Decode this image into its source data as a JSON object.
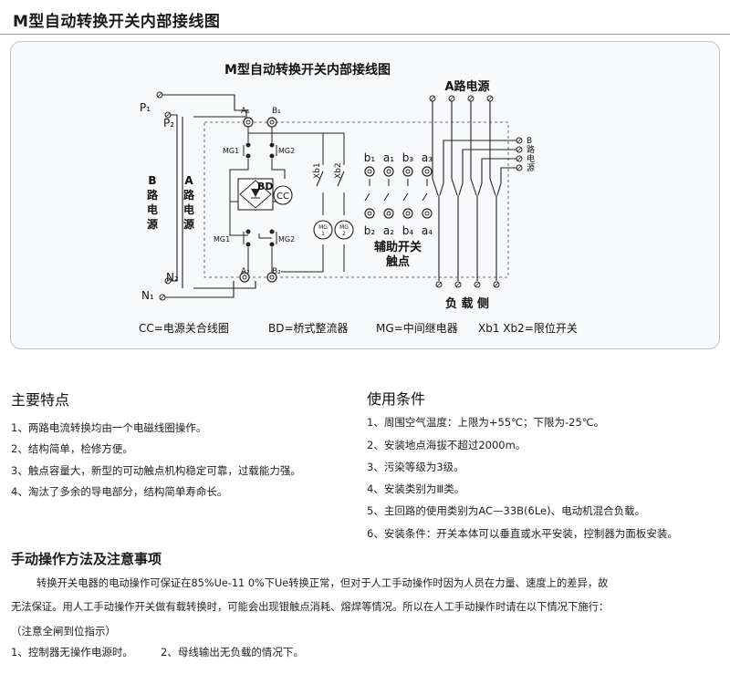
{
  "page_title": "M型自动转换开关内部接线图",
  "diagram": {
    "title": "M型自动转换开关内部接线图",
    "labels": {
      "p1": "P₁",
      "p2": "P₂",
      "n1": "N₁",
      "n2": "N₂",
      "a1": "A₁",
      "b1": "B₁",
      "a2": "A₂",
      "b2": "B₂",
      "mg1_top": "MG1",
      "mg2_top": "MG2",
      "mg1_bot": "MG1",
      "mg2_bot": "MG2",
      "bd": "BD",
      "cc": "CC",
      "xb1": "Xb1",
      "xb2": "Xb2",
      "mg1_coil_top": "MG",
      "mg1_coil_bot": "1",
      "mg2_coil_top": "MG",
      "mg2_coil_bot": "2",
      "b_source": [
        "B",
        "路",
        "电",
        "源"
      ],
      "a_source_vertical": [
        "A",
        "路",
        "电",
        "源"
      ],
      "a_source_top": "A路电源",
      "b_source_right": [
        "B",
        "路",
        "电",
        "源"
      ],
      "aux_top": [
        "b₁",
        "a₁",
        "b₃",
        "a₃"
      ],
      "aux_bottom": [
        "b₂",
        "a₂",
        "b₄",
        "a₄"
      ],
      "aux_caption": [
        "辅助开关",
        "触点"
      ],
      "load_side": "负 载 侧"
    },
    "legend": {
      "cc": "CC=电源关合线圈",
      "bd": "BD=桥式整流器",
      "mg": "MG=中间继电器",
      "xb": "Xb1  Xb2=限位开关"
    }
  },
  "features": {
    "heading": "主要特点",
    "items": [
      "1、两路电流转换均由一个电磁线圈操作。",
      "2、结构简单，检修方便。",
      "3、触点容量大，新型的可动触点机构稳定可靠，过载能力强。",
      "4、淘汰了多余的导电部分，结构简单寿命长。"
    ]
  },
  "conditions": {
    "heading": "使用条件",
    "items": [
      "1、周围空气温度：上限为+55℃；下限为-25℃。",
      "2、安装地点海拔不超过2000m。",
      "3、污染等级为3级。",
      "4、安装类别为Ⅲ类。",
      "5、主回路的使用类别为AC—33B(6Le)、电动机混合负载。",
      "6、安装条件：开关本体可以垂直或水平安装，控制器为面板安装。"
    ]
  },
  "manual": {
    "heading": "手动操作方法及注意事项",
    "line1": "转换开关电器的电动操作可保证在85%Ue-11 0%下Ue转换正常，但对于人工手动操作时因为人员在力量、速度上的差异，故",
    "line2": "无法保证。用人工手动操作开关做有载转换时，可能会出现银触点消耗、熔焊等情况。所以在人工手动操作时请在以下情况下施行：",
    "note": "（注意全闸到位指示）",
    "cond1": "1、控制器无操作电源时。",
    "cond2": "2、母线输出无负载的情况下。"
  }
}
